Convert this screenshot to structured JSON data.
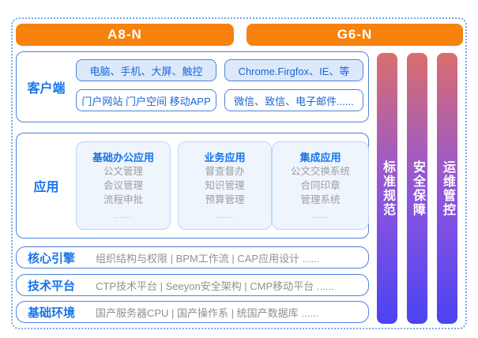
{
  "headers": {
    "left": "A8-N",
    "right": "G6-N"
  },
  "client": {
    "label": "客户端",
    "pills": [
      {
        "label": "电脑、手机、大屏、触控"
      },
      {
        "label": "Chrome.Firgfox、IE、等"
      },
      {
        "label": "门户网站 门户空间 移动APP"
      },
      {
        "label": "微信、致信、电子邮件......"
      }
    ]
  },
  "application": {
    "label": "应用",
    "cards": [
      {
        "title": "基础办公应用",
        "items": [
          "公文管理",
          "会议管理",
          "流程申批"
        ],
        "more": "......"
      },
      {
        "title": "业务应用",
        "items": [
          "督查督办",
          "知识管理",
          "预算管理"
        ],
        "more": "......"
      },
      {
        "title": "集成应用",
        "items": [
          "公文交换系统",
          "合同印章",
          "管理系统"
        ],
        "more": "......"
      }
    ]
  },
  "rows": [
    {
      "label": "核心引擎",
      "content": "组织结构与权限 | BPM工作流 | CAP应用设计  ......"
    },
    {
      "label": "技术平台",
      "content": "CTP技术平台 | Seeyon安全架构 | CMP移动平台  ......"
    },
    {
      "label": "基础环境",
      "content": "国产服务器CPU | 国产操作系 | 统国产数据库  ......"
    }
  ],
  "pillars": [
    {
      "label": "标准规范"
    },
    {
      "label": "安全保障"
    },
    {
      "label": "运维管控"
    }
  ],
  "colors": {
    "header_orange": "#f7820d",
    "accent_blue": "#1875e8",
    "border_blue": "#4d82de",
    "pill_fill": "#dce9fa",
    "card_fill": "#eff5fd",
    "gray_text": "#909090",
    "pillar_top": "#d96e6e",
    "pillar_mid": "#8f55dc",
    "pillar_bottom": "#4a44f2",
    "dashed_border": "#74a9ea"
  }
}
